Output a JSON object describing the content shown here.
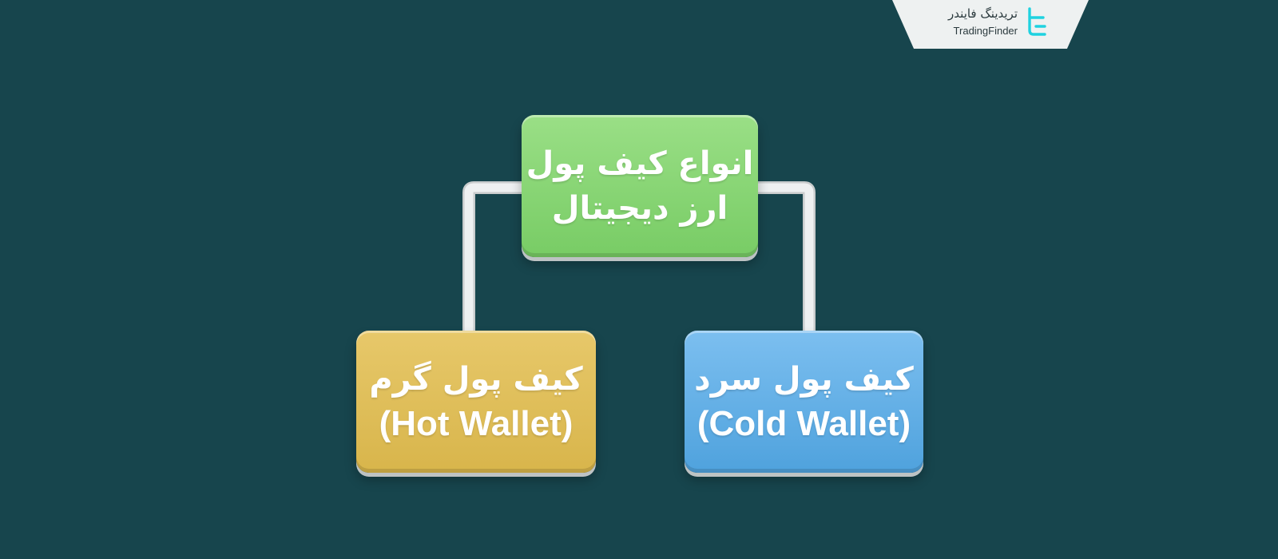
{
  "brand": {
    "name_fa": "تریدینگ فایندر",
    "name_en": "TradingFinder",
    "logo_icon": "trading-finder-logo-icon",
    "logo_color": "#1fd2e0",
    "tab_color": "#eef1f1"
  },
  "diagram": {
    "background_color": "#17454d",
    "connector_color": "#e6e9ea",
    "root": {
      "line1": "انواع کیف پول",
      "line2": "ارز دیجیتال",
      "color": "#82d26f"
    },
    "children": [
      {
        "line1": "کیف پول گرم",
        "line2": "(Hot Wallet)",
        "color": "#dfbd57"
      },
      {
        "line1": "کیف پول سرد",
        "line2": "(Cold Wallet)",
        "color": "#62b0e6"
      }
    ]
  }
}
